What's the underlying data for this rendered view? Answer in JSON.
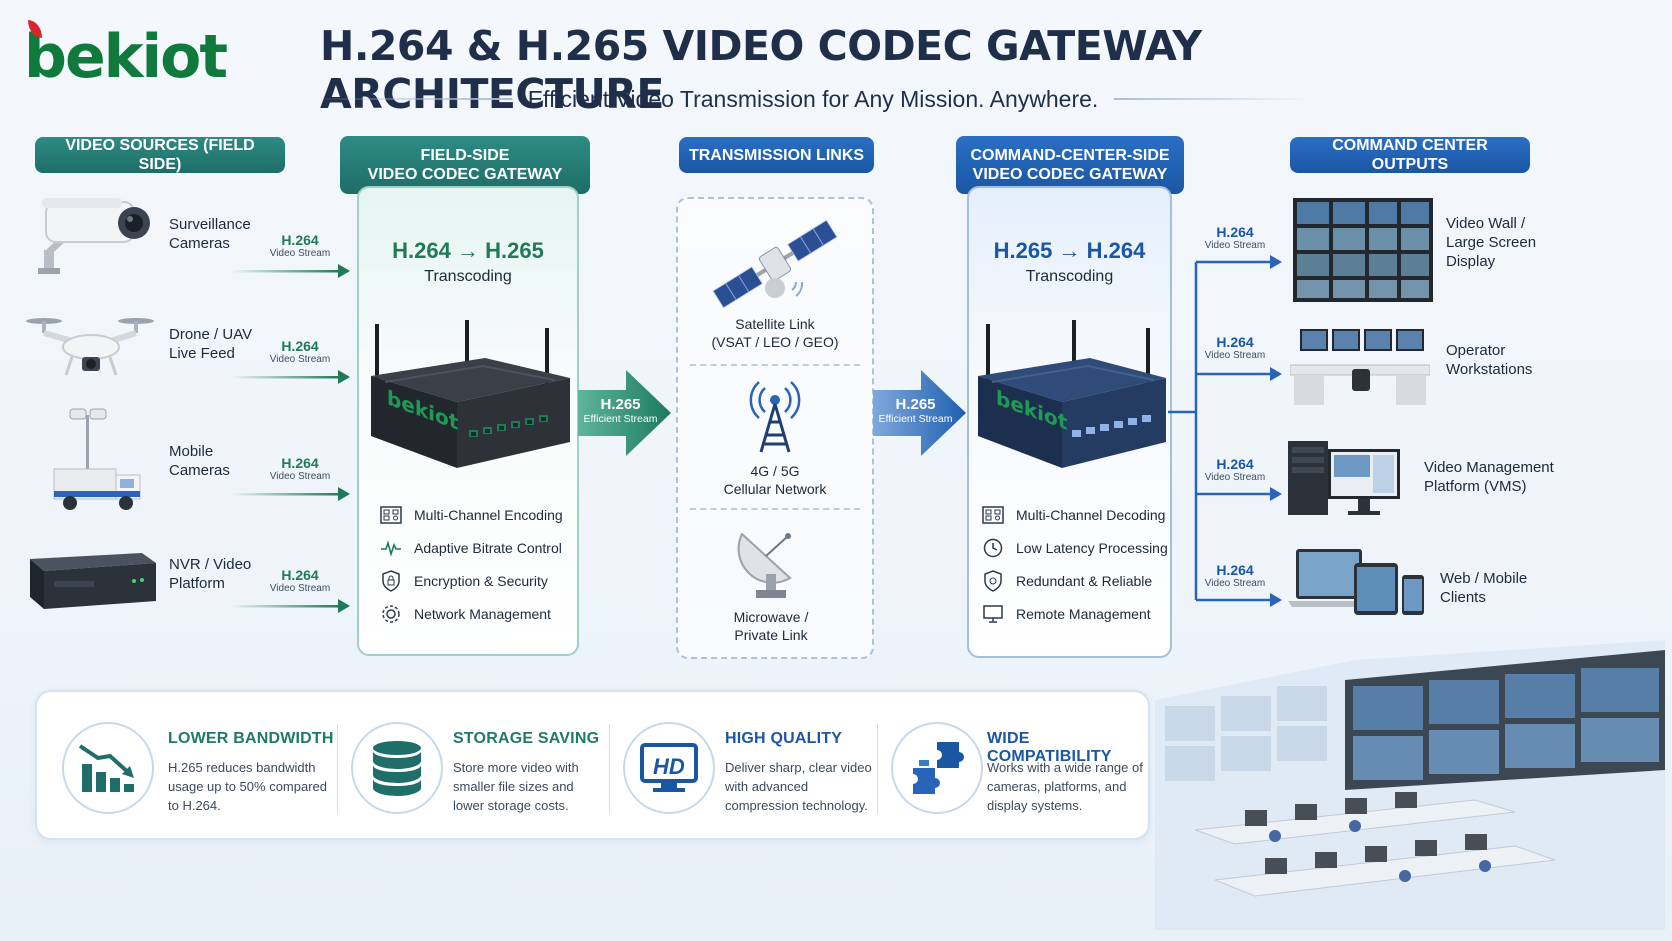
{
  "header": {
    "logo_text": "bekiot",
    "title": "H.264 & H.265 VIDEO CODEC GATEWAY ARCHITECTURE",
    "subtitle": "Efficient Video Transmission for Any Mission. Anywhere."
  },
  "columns": {
    "sources": "VIDEO SOURCES (FIELD SIDE)",
    "field_gateway": "FIELD-SIDE\nVIDEO CODEC GATEWAY",
    "links": "TRANSMISSION LINKS",
    "cc_gateway": "COMMAND-CENTER-SIDE\nVIDEO CODEC GATEWAY",
    "outputs": "COMMAND CENTER OUTPUTS"
  },
  "sources": [
    {
      "label": "Surveillance\nCameras",
      "codec": "H.264",
      "stream": "Video Stream",
      "icon": "surveillance-camera"
    },
    {
      "label": "Drone / UAV\nLive Feed",
      "codec": "H.264",
      "stream": "Video Stream",
      "icon": "drone"
    },
    {
      "label": "Mobile\nCameras",
      "codec": "H.264",
      "stream": "Video Stream",
      "icon": "mobile-camera-truck"
    },
    {
      "label": "NVR / Video\nPlatform",
      "codec": "H.264",
      "stream": "Video Stream",
      "icon": "nvr-box"
    }
  ],
  "field_gateway": {
    "transcode": "H.264 → H.265",
    "transcode_label": "Transcoding",
    "device_logo": "bekiot",
    "features": [
      {
        "label": "Multi-Channel Encoding",
        "icon": "channels-icon"
      },
      {
        "label": "Adaptive Bitrate Control",
        "icon": "pulse-icon"
      },
      {
        "label": "Encryption & Security",
        "icon": "shield-lock-icon"
      },
      {
        "label": "Network Management",
        "icon": "gear-icon"
      }
    ]
  },
  "efficient_stream_left": {
    "codec": "H.265",
    "label": "Efficient Stream"
  },
  "links": [
    {
      "label": "Satellite Link\n(VSAT / LEO / GEO)",
      "icon": "satellite-icon"
    },
    {
      "label": "4G / 5G\nCellular Network",
      "icon": "cell-tower-icon"
    },
    {
      "label": "Microwave /\nPrivate Link",
      "icon": "dish-icon"
    }
  ],
  "efficient_stream_right": {
    "codec": "H.265",
    "label": "Efficient Stream"
  },
  "cc_gateway": {
    "transcode": "H.265 → H.264",
    "transcode_label": "Transcoding",
    "device_logo": "bekiot",
    "features": [
      {
        "label": "Multi-Channel Decoding",
        "icon": "channels-icon"
      },
      {
        "label": "Low Latency Processing",
        "icon": "clock-icon"
      },
      {
        "label": "Redundant & Reliable",
        "icon": "shield-icon"
      },
      {
        "label": "Remote Management",
        "icon": "monitor-icon"
      }
    ]
  },
  "outputs": [
    {
      "label": "Video Wall /\nLarge Screen\nDisplay",
      "codec": "H.264",
      "stream": "Video Stream",
      "icon": "video-wall"
    },
    {
      "label": "Operator\nWorkstations",
      "codec": "H.264",
      "stream": "Video Stream",
      "icon": "workstations"
    },
    {
      "label": "Video Management\nPlatform (VMS)",
      "codec": "H.264",
      "stream": "Video Stream",
      "icon": "vms-server"
    },
    {
      "label": "Web / Mobile\nClients",
      "codec": "H.264",
      "stream": "Video Stream",
      "icon": "devices"
    }
  ],
  "benefits": [
    {
      "title": "LOWER BANDWIDTH",
      "text": "H.265 reduces bandwidth usage up to 50% compared to H.264.",
      "icon": "bandwidth-chart-icon"
    },
    {
      "title": "STORAGE SAVING",
      "text": "Store more video with smaller file sizes and lower storage costs.",
      "icon": "database-icon"
    },
    {
      "title": "HIGH QUALITY",
      "text": "Deliver sharp, clear video with advanced compression technology.",
      "icon": "hd-monitor-icon",
      "badge": "HD"
    },
    {
      "title": "WIDE COMPATIBILITY",
      "text": "Works with a wide range of cameras, platforms, and display systems.",
      "icon": "puzzle-icon"
    }
  ],
  "colors": {
    "teal": "#1d6e67",
    "blue": "#1b56a3",
    "green": "#1f7a55",
    "logo_green": "#0f7a3c",
    "logo_red": "#d8262c"
  }
}
